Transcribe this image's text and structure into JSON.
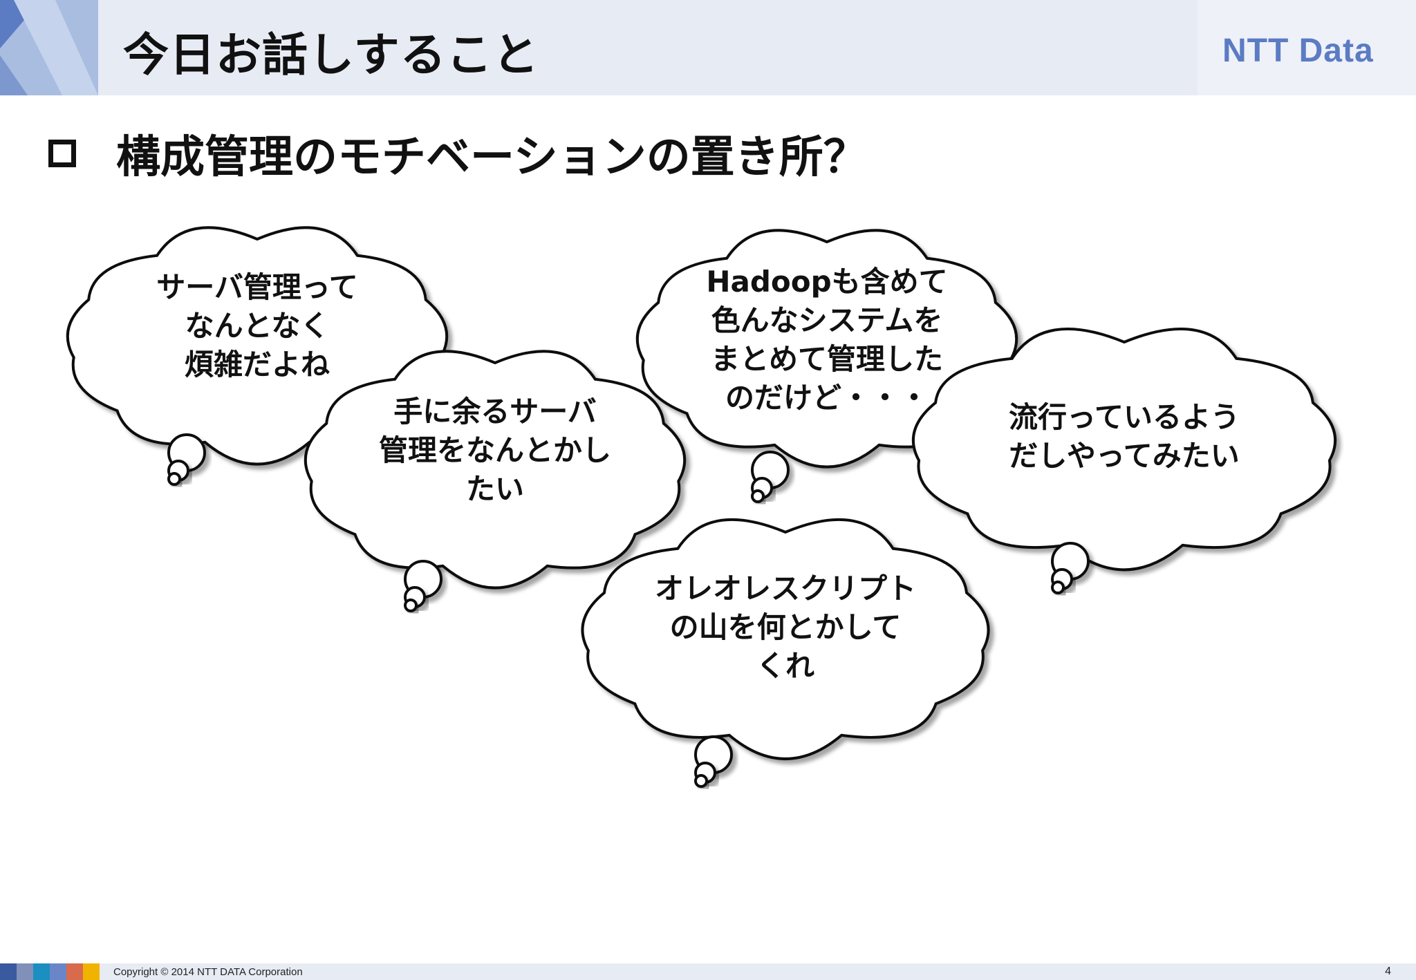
{
  "header": {
    "title": "今日お話しすること",
    "logo": "NTT Data"
  },
  "heading": {
    "bullet": "square-bullet-icon",
    "text": "構成管理のモチベーションの置き所？"
  },
  "bubbles": [
    {
      "lines": [
        "サーバ管理って",
        "なんとなく",
        "煩雑だよね"
      ]
    },
    {
      "lines": [
        "手に余るサーバ",
        "管理をなんとかし",
        "たい"
      ]
    },
    {
      "lines": [
        "Hadoopも含めて",
        "色んなシステムを",
        "まとめて管理した",
        "のだけど・・・"
      ]
    },
    {
      "lines": [
        "流行っているよう",
        "だしやってみたい"
      ]
    },
    {
      "lines": [
        "オレオレスクリプト",
        "の山を何とかして",
        "くれ"
      ]
    }
  ],
  "footer": {
    "copyright": "Copyright © 2014 NTT DATA Corporation",
    "page_number": "4"
  },
  "colors": {
    "header_band": "#e7ebf4",
    "logo": "#5b7cc3",
    "footer_blocks": [
      "#3a5aa0",
      "#8090b8",
      "#1a8fc0",
      "#6a86c8",
      "#d96b4d",
      "#f0b400"
    ]
  }
}
